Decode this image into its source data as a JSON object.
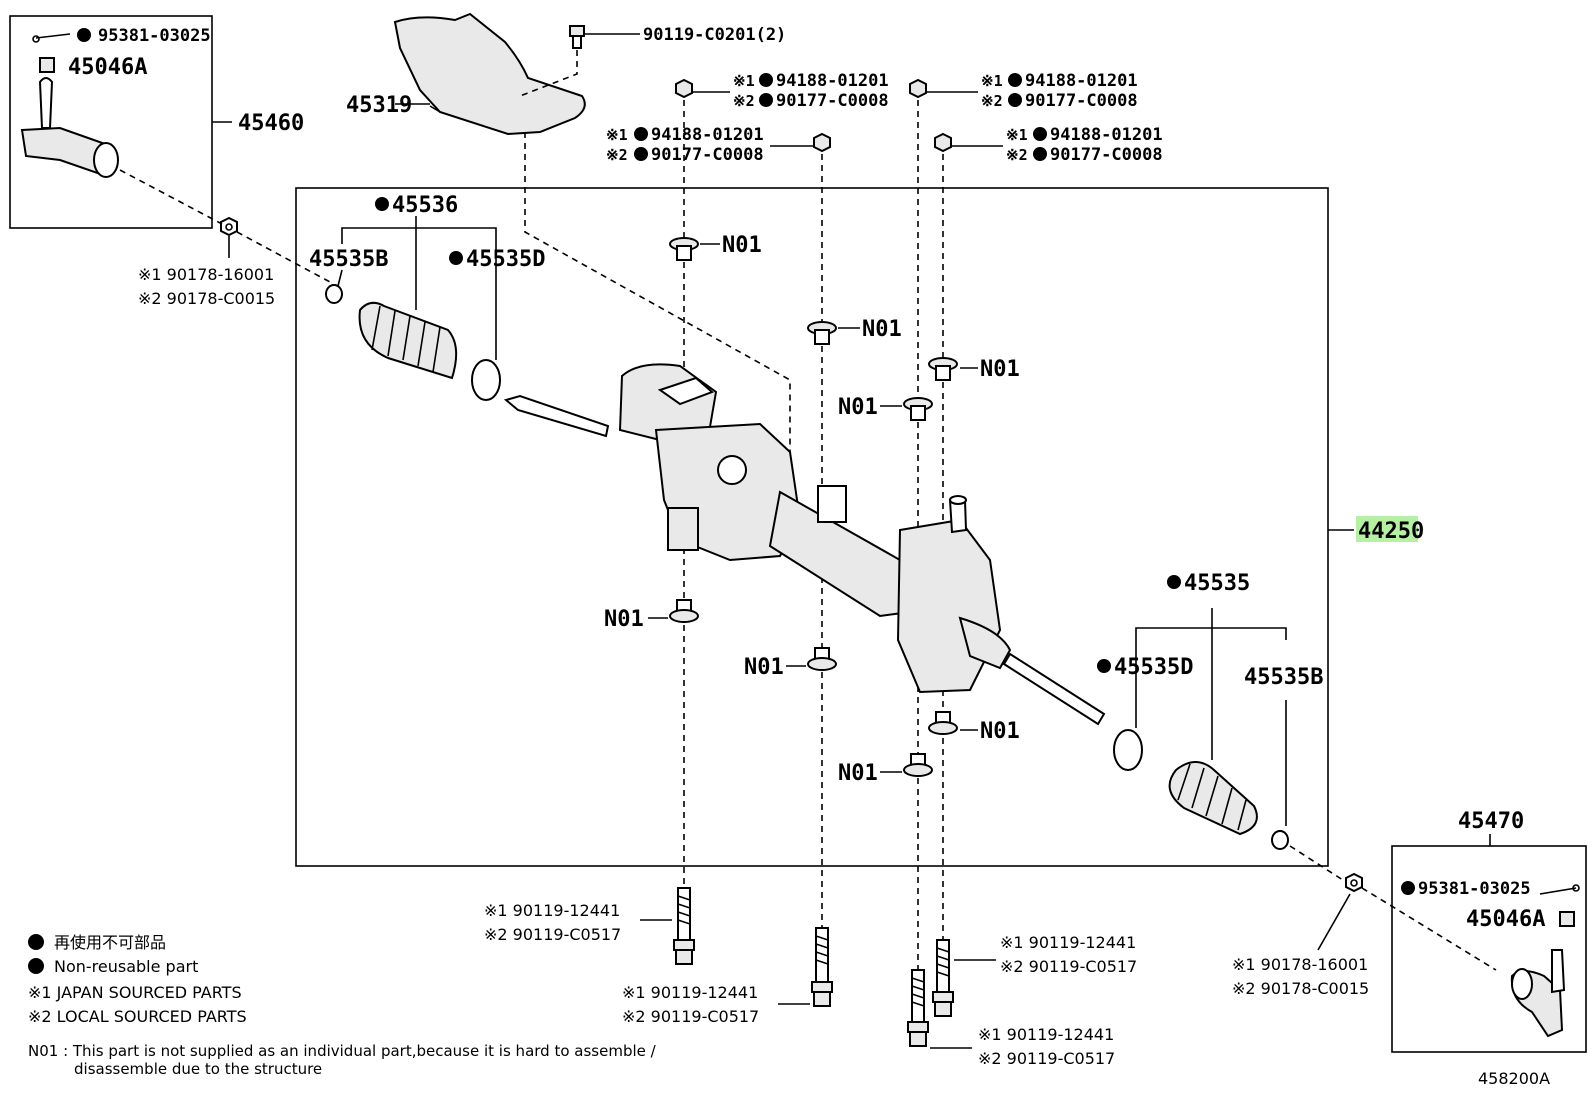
{
  "diagram_code": "458200A",
  "assembly": {
    "part_no": "44250",
    "highlighted": true,
    "highlight_color": "#b6f0a4"
  },
  "parts": {
    "p45460": "45460",
    "p45470": "45470",
    "p45319": "45319",
    "p45536": "45536",
    "p45535": "45535",
    "p45535B_left": "45535B",
    "p45535D_left": "45535D",
    "p45535B_right": "45535B",
    "p45535D_right": "45535D",
    "cotter_left": "95381-03025",
    "cotter_right": "95381-03025",
    "nut_left": "45046A",
    "nut_right": "45046A",
    "bolt_top": "90119-C0201(2)"
  },
  "paired_labels": {
    "nut_tr1_a": "※1",
    "nut_tr1_a_no": "94188-01201",
    "nut_tr1_b": "※2",
    "nut_tr1_b_no": "90177-C0008",
    "nut_tr2_a": "※1",
    "nut_tr2_a_no": "94188-01201",
    "nut_tr2_b": "※2",
    "nut_tr2_b_no": "90177-C0008",
    "nut_tr3_a": "※1",
    "nut_tr3_a_no": "94188-01201",
    "nut_tr3_b": "※2",
    "nut_tr3_b_no": "90177-C0008",
    "nut_tr4_a": "※1",
    "nut_tr4_a_no": "94188-01201",
    "nut_tr4_b": "※2",
    "nut_tr4_b_no": "90177-C0008",
    "lock_l_a": "※1 90178-16001",
    "lock_l_b": "※2 90178-C0015",
    "lock_r_a": "※1 90178-16001",
    "lock_r_b": "※2 90178-C0015",
    "bolt1_a": "※1 90119-12441",
    "bolt1_b": "※2 90119-C0517",
    "bolt2_a": "※1 90119-12441",
    "bolt2_b": "※2 90119-C0517",
    "bolt3_a": "※1 90119-12441",
    "bolt3_b": "※2 90119-C0517",
    "bolt4_a": "※1 90119-12441",
    "bolt4_b": "※2 90119-C0517"
  },
  "n01": "N01",
  "legend": {
    "jp_nonreusable": "再使用不可部品",
    "en_nonreusable": "Non-reusable part",
    "note1": "※1 JAPAN SOURCED PARTS",
    "note2": "※2 LOCAL SOURCED PARTS",
    "n01_note_line1": "N01 : This part is not supplied as an individual part,because it is hard to assemble /",
    "n01_note_line2": "disassemble due to the structure"
  },
  "icons": {
    "bullet": "filled-circle",
    "cotter": "cotter-pin-icon",
    "nut": "castle-nut-icon"
  }
}
